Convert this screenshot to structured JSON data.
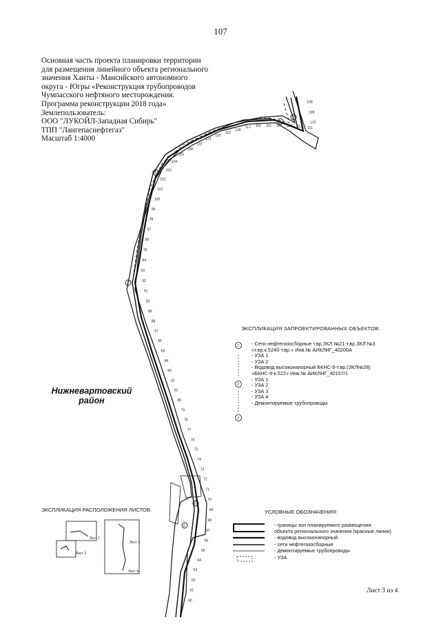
{
  "page_number": "107",
  "title_lines": [
    "Основная часть проекта планировки территории",
    "для размещения линейного объекта регионального",
    "значения Ханты - Мансийского автономного",
    "округа - Югры «Реконструкция трубопроводов",
    "Чумпасского нефтяного месторождения.",
    "Программа реконструкции 2018 года»",
    "Землепользователь:",
    "ООО \"ЛУКОЙЛ-Западная Сибирь\"",
    "ТПП \"Лангепаснефтегаз\"",
    "Масштаб 1:4000"
  ],
  "district_name": [
    "Нижневартовский",
    "район"
  ],
  "objects_explication": {
    "title": "ЭКСПЛИКАЦИЯ ЗАПРОЕКТИРОВАННЫХ ОБЪЕКТОВ:",
    "lines": [
      "- Сети нефтегазосборные т.вр.ЗКЛ №21-т.вр.ЗКЛ №3",
      "«т.вр.к.524б-т.вр.» Инв.№ АИКЛНГ_40200А",
      "- УЗА 1",
      "- УЗА 2",
      "- Водовод высоконапорный БКНС-9-т.вр.(ЗКЛ№28)",
      "«БКНС-9-к.522» Инв.№ АИКЛНГ_40157/1",
      "- УЗА 1",
      "- УЗА 2",
      "- УЗА 3",
      "- УЗА 4",
      "- Демонтируемые трубопроводы"
    ],
    "markers": [
      "1",
      "2",
      "3"
    ]
  },
  "sheet_layout": {
    "title": "ЭКСПЛИКАЦИЯ РАСПОЛОЖЕНИЯ ЛИСТОВ:",
    "sheets": [
      "Лист 1",
      "Лист 2",
      "Лист 3",
      "Лист 4"
    ]
  },
  "legend": {
    "title": "УСЛОВНЫЕ ОБОЗНАЧЕНИЯ:",
    "items": [
      "- границы зон планируемого размещения",
      "объекта регионального значения (красные линии)",
      "- водовод высоконапорный",
      "- сети нефтегазосборные",
      "- демонтируемые трубопроводы",
      "- УЗА"
    ]
  },
  "map_labels": {
    "points": [
      "108",
      "109",
      "110",
      "111",
      "112",
      "113",
      "114",
      "115",
      "116",
      "117",
      "118",
      "119",
      "120",
      "121",
      "122",
      "106",
      "105",
      "104",
      "103",
      "102",
      "101",
      "100",
      "99",
      "98",
      "97",
      "96",
      "95",
      "94",
      "93",
      "92",
      "91",
      "90",
      "89",
      "88",
      "87",
      "86",
      "85",
      "84",
      "83",
      "82",
      "81",
      "80",
      "79",
      "78",
      "77",
      "76",
      "75",
      "74",
      "73",
      "72",
      "71",
      "70",
      "69",
      "68",
      "67",
      "66",
      "65",
      "64",
      "63",
      "62",
      "61",
      "60"
    ],
    "circle_marks": [
      "1",
      "2",
      "3",
      "4",
      "5",
      "6"
    ]
  },
  "sheet_footer": "Лист 3 из 4",
  "colors": {
    "line": "#111111",
    "red_line": "#111111",
    "paper": "#ffffff"
  }
}
